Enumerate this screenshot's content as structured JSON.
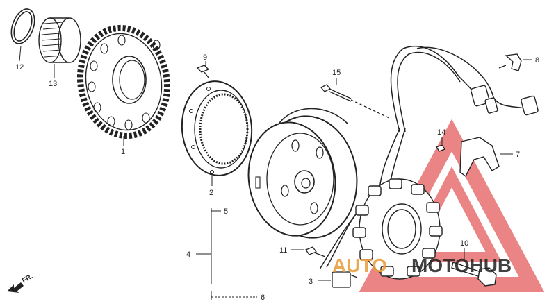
{
  "diagram": {
    "callouts": [
      {
        "id": "c1",
        "text": "1"
      },
      {
        "id": "c2",
        "text": "2"
      },
      {
        "id": "c3",
        "text": "3"
      },
      {
        "id": "c4",
        "text": "4"
      },
      {
        "id": "c5",
        "text": "5"
      },
      {
        "id": "c6",
        "text": "6"
      },
      {
        "id": "c7",
        "text": "7"
      },
      {
        "id": "c8",
        "text": "8"
      },
      {
        "id": "c9",
        "text": "9"
      },
      {
        "id": "c10",
        "text": "10"
      },
      {
        "id": "c11",
        "text": "11"
      },
      {
        "id": "c12",
        "text": "12"
      },
      {
        "id": "c13",
        "text": "13"
      },
      {
        "id": "c14",
        "text": "14"
      },
      {
        "id": "c15",
        "text": "15"
      }
    ],
    "direction_label": "FR.",
    "watermark": {
      "left": "AUTO",
      "right": "MOTOHUB",
      "accent_color": "#e8a040",
      "triangle_color": "#e87070",
      "dark_color": "#222222"
    }
  }
}
